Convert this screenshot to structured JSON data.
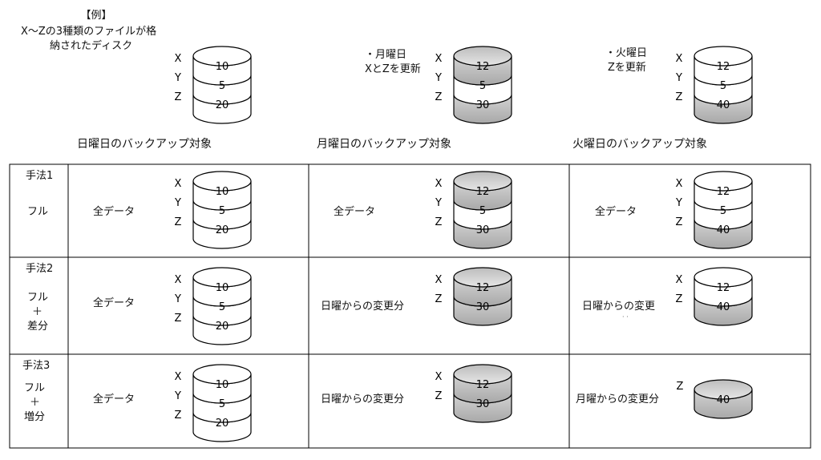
{
  "example": {
    "title": "【例】",
    "line1": "X〜Zの3種類のファイルが格",
    "line2": "納されたディスク"
  },
  "sunday": {
    "caption": "日曜日のバックアップ対象"
  },
  "monday": {
    "caption": "月曜日のバックアップ対象",
    "note1": "・月曜日",
    "note2": "XとZを更新"
  },
  "tuesday": {
    "caption": "火曜日のバックアップ対象",
    "note1": "・火曜日",
    "note2": "Zを更新"
  },
  "letters": {
    "x": "X",
    "y": "Y",
    "z": "Z"
  },
  "values": {
    "x_sun": "10",
    "y_sun": "5",
    "z_sun": "20",
    "x_mon": "12",
    "z_mon": "30",
    "z_tue": "40"
  },
  "methods": [
    {
      "title": "手法1",
      "name": "フル",
      "sun": "全データ",
      "mon": "全データ",
      "tue": "全データ"
    },
    {
      "title": "手法2",
      "name_line1": "フル",
      "plus": "＋",
      "name_line2": "差分",
      "sun": "全データ",
      "mon": "日曜からの変更分",
      "tue": "日曜からの変更"
    },
    {
      "title": "手法3",
      "name_line1": "フル",
      "plus": "＋",
      "name_line2": "増分",
      "sun": "全データ",
      "mon": "日曜からの変更分",
      "tue": "月曜からの変更分"
    }
  ],
  "colors": {
    "changed": "#c4c4c4",
    "unchanged": "#ffffff",
    "line": "#000000"
  }
}
